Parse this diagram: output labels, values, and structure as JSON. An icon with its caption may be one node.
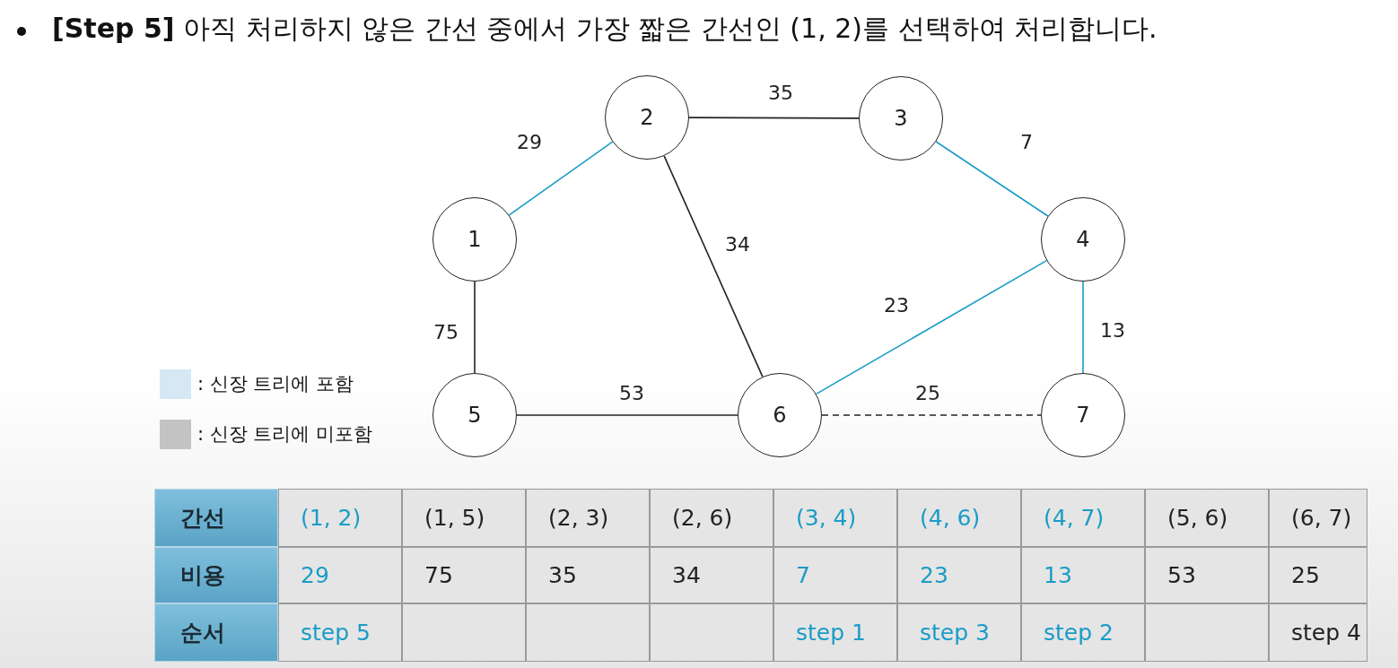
{
  "diagram": {
    "title": "**[Step 5]** 아직 처리하지 않은 간선 중에서 가장 짧은 간선인 (1, 2)를 선택하여 처리합니다.",
    "nodes": [
      {
        "text": [
          "1"
        ]
      },
      {
        "text": [
          "2"
        ]
      },
      {
        "text": [
          "3"
        ]
      },
      {
        "text": [
          "4"
        ]
      },
      {
        "text": [
          "5"
        ]
      },
      {
        "text": [
          "6"
        ]
      },
      {
        "text": [
          "7"
        ]
      }
    ],
    "edges": [
      {
        "from": 0,
        "to": 1,
        "arrow": "none",
        "label": "29",
        "color": "#1a9cc6"
      },
      {
        "from": 0,
        "to": 4,
        "arrow": "none",
        "label": "75"
      },
      {
        "from": 1,
        "to": 2,
        "arrow": "none",
        "label": "35"
      },
      {
        "from": 1,
        "to": 5,
        "arrow": "none",
        "label": "34"
      },
      {
        "from": 2,
        "to": 3,
        "arrow": "none",
        "label": "7",
        "color": "#1a9cc6"
      },
      {
        "from": 3,
        "to": 5,
        "arrow": "none",
        "label": "23",
        "color": "#1a9cc6"
      },
      {
        "from": 3,
        "to": 6,
        "arrow": "none",
        "label": "13",
        "color": "#1a9cc6"
      },
      {
        "from": 4,
        "to": 5,
        "arrow": "none",
        "label": "53"
      },
      {
        "from": 5,
        "to": 6,
        "arrow": "none",
        "label": "25",
        "style": "dashed"
      }
    ],
    "labels": [
      "간선",
      "(1, 2)",
      "(1, 5)",
      "(2, 3)",
      "(2, 6)",
      "(3, 4)",
      "(4, 6)",
      "(4, 7)",
      "(5, 6)",
      "(6, 7)",
      "비용",
      "29",
      "75",
      "35",
      "34",
      "7",
      "23",
      "13",
      "53",
      "25",
      "순서",
      "step 5",
      "step 1",
      "step 3",
      "step 2",
      "step 4"
    ],
    "legend": [
      {
        "text": ": 신장 트리에 포함",
        "color": "#d5e8f4"
      },
      {
        "text": ": 신장 트리에 미포함",
        "color": "#c3c3c3"
      }
    ]
  }
}
